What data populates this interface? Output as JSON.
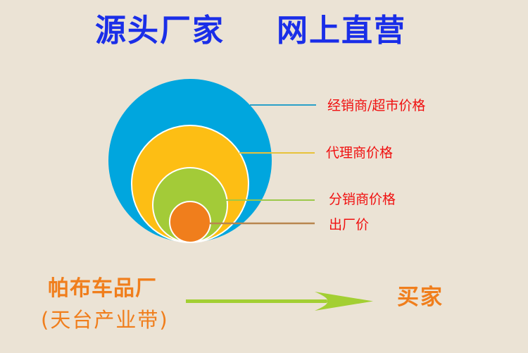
{
  "header": {
    "title_left": "源头厂家",
    "title_right": "网上直营",
    "color": "#1a2ee8"
  },
  "price_tiers": [
    {
      "label": "经销商/超市价格",
      "color": "#00a6de",
      "line_color": "#2aa0c8"
    },
    {
      "label": "代理商价格",
      "color": "#fdbe14",
      "line_color": "#e8c23a"
    },
    {
      "label": "分销商价格",
      "color": "#a3cb38",
      "line_color": "#9cc84a"
    },
    {
      "label": "出厂价",
      "color": "#f07e1c",
      "line_color": "#b8864e"
    }
  ],
  "label_color": "#f01010",
  "flow": {
    "from": "帕布车品厂",
    "from_sub": "(天台产业带)",
    "to": "买家",
    "arrow_color": "#a3cf33",
    "text_color": "#f07e1c"
  },
  "background": "#ebe3d5"
}
